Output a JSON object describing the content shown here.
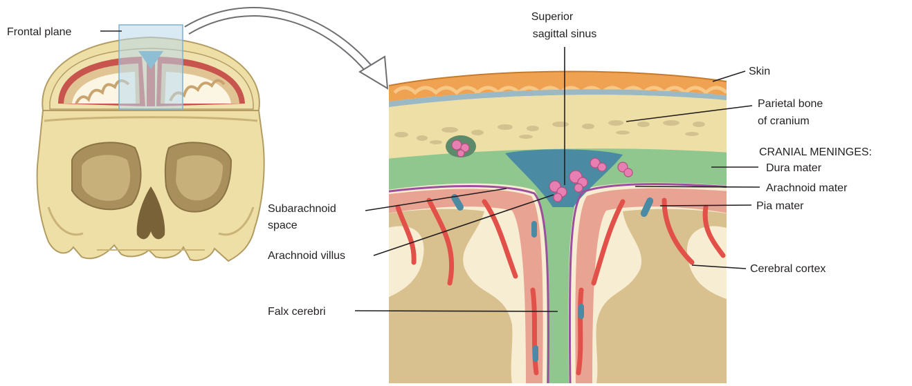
{
  "labels": {
    "frontal_plane": "Frontal plane",
    "superior_sagittal_sinus": [
      "Superior",
      "sagittal sinus"
    ],
    "skin": "Skin",
    "parietal_bone": [
      "Parietal bone",
      "of cranium"
    ],
    "cranial_meninges": "CRANIAL MENINGES:",
    "dura_mater": "Dura mater",
    "arachnoid_mater": "Arachnoid mater",
    "pia_mater": "Pia mater",
    "subarachnoid_space": [
      "Subarachnoid",
      "space"
    ],
    "arachnoid_villus": "Arachnoid villus",
    "cerebral_cortex": "Cerebral cortex",
    "falx_cerebri": "Falx cerebri"
  },
  "colors": {
    "bone": "#eedfa6",
    "bone_shadow": "#c9b377",
    "brain": "#d9c08f",
    "white_matter": "#f6edd2",
    "skin": "#f0a253",
    "dura": "#8fc78f",
    "arachnoid": "#9b4f9e",
    "sinus": "#4a8aa3",
    "vessel": "#e2504a",
    "villus": "#e87fb2",
    "plane": "#b9d9ec",
    "leader": "#231f20"
  }
}
